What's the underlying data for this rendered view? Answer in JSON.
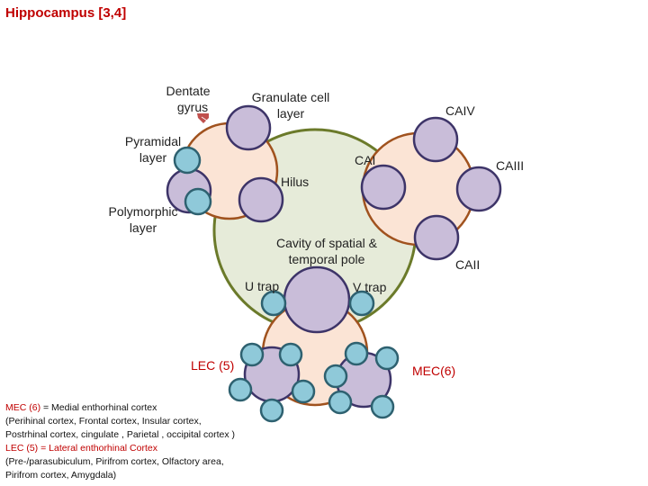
{
  "title": "Hippocampus [3,4]",
  "labels": {
    "dentate_gyrus": [
      "Dentate",
      "gyrus"
    ],
    "granulate_cell_layer": [
      "Granulate cell",
      "layer"
    ],
    "pyramidal_layer": [
      "Pyramidal",
      "layer"
    ],
    "polymorphic_layer": [
      "Polymorphic",
      "layer"
    ],
    "hilus": "Hilus",
    "cai": "CAI",
    "caii": "CAII",
    "caiii": "CAIII",
    "caiv": "CAIV",
    "cavity": [
      "Cavity of spatial &",
      "temporal pole"
    ],
    "u_trap": "U trap",
    "v_trap": "V trap",
    "lec": "LEC (5)",
    "mec": "MEC(6)"
  },
  "legend": [
    {
      "text": "MEC (6) = Medial enthorhinal cortex",
      "color": "red-prefix",
      "prefix": "MEC (6)",
      "rest": " = Medial enthorhinal cortex"
    },
    {
      "text": " (Perihinal cortex, Frontal cortex, Insular cortex,"
    },
    {
      "text": "Postrhinal cortex, cingulate , Parietal , occipital cortex )"
    },
    {
      "text": "LEC (5) = Lateral enthorhinal Cortex",
      "color": "red",
      "prefix": "LEC (5)",
      "rest": " = Lateral enthorhinal Cortex"
    },
    {
      "text": "(Pre-/parasubiculum, Pirifrom cortex,  Olfactory area,"
    },
    {
      "text": "Pirifrom cortex,  Amygdala)"
    }
  ],
  "colors": {
    "title_red": "#c00000",
    "center_fill": "#e6ebd9",
    "center_stroke": "#6b7a2a",
    "lobe_fill": "#fbe4d5",
    "lobe_stroke": "#a0521e",
    "purple_fill": "#c9bdd9",
    "purple_stroke": "#3d3468",
    "blue_fill": "#8fc9d9",
    "blue_stroke": "#2e6170",
    "arrow": "#c0504d"
  }
}
